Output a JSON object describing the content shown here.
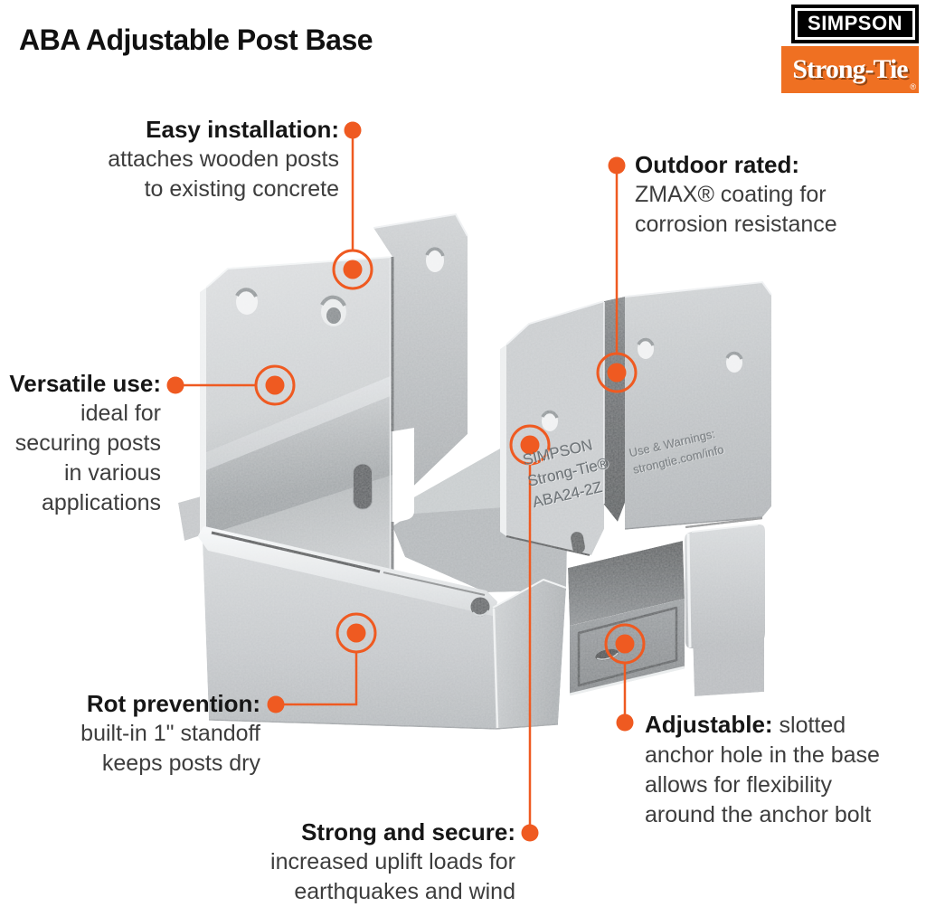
{
  "page": {
    "title": "ABA Adjustable Post Base"
  },
  "logo": {
    "top": "SIMPSON",
    "bottom": "Strong-Tie",
    "reg": "®"
  },
  "colors": {
    "accent": "#EF5A21",
    "logo_orange": "#EF7022",
    "metal_light": "#d9dbdd",
    "metal_dark": "#54585a"
  },
  "product": {
    "stamp_left_line1": "SIMPSON",
    "stamp_left_line2": "Strong-Tie®",
    "stamp_left_line3": "ABA24-2Z",
    "stamp_right_line1": "Use & Warnings:",
    "stamp_right_line2": "strongtie.com/info"
  },
  "callouts": [
    {
      "id": "easy-installation",
      "title": "Easy installation:",
      "lines": [
        "attaches wooden posts",
        "to existing concrete"
      ]
    },
    {
      "id": "outdoor-rated",
      "title": "Outdoor rated:",
      "lines": [
        "ZMAX® coating for",
        "corrosion resistance"
      ]
    },
    {
      "id": "versatile-use",
      "title": "Versatile use:",
      "lines": [
        "ideal for",
        "securing posts",
        "in various",
        "applications"
      ]
    },
    {
      "id": "rot-prevention",
      "title": "Rot prevention:",
      "lines": [
        "built-in 1\" standoff",
        "keeps posts dry"
      ]
    },
    {
      "id": "adjustable",
      "title": "Adjustable:",
      "inline": "slotted anchor hole in the base allows for flexibility around the anchor bolt"
    },
    {
      "id": "strong-and-secure",
      "title": "Strong and secure:",
      "lines": [
        "increased uplift loads for",
        "earthquakes and wind"
      ]
    }
  ]
}
